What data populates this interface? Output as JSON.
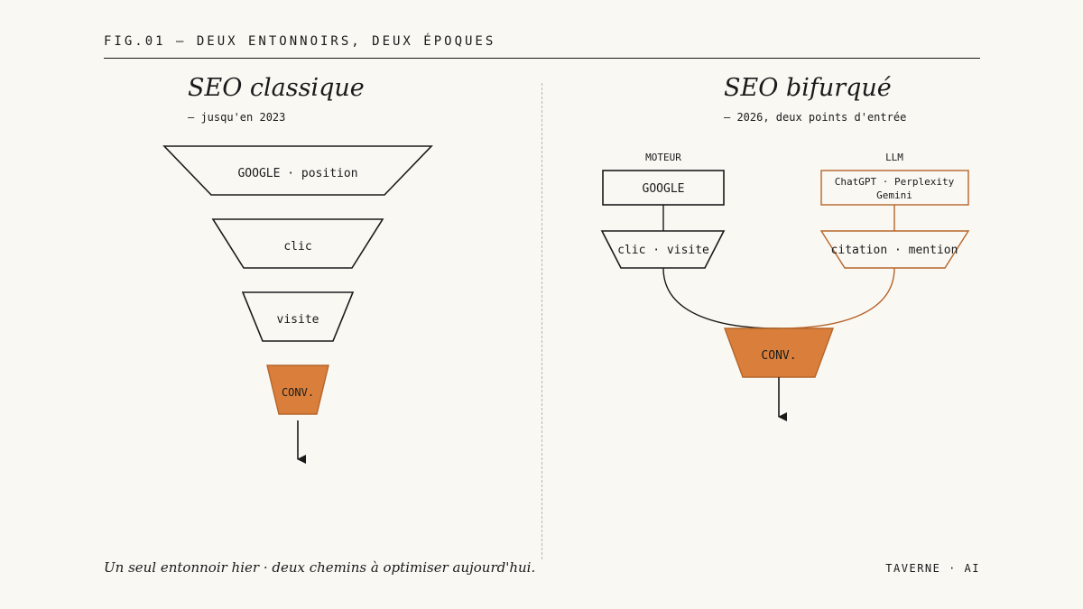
{
  "header": {
    "fig_label": "FIG.01 — DEUX ENTONNOIRS, DEUX ÉPOQUES"
  },
  "left": {
    "title": "SEO classique",
    "subtitle": "— jusqu'en 2023",
    "stages": [
      "GOOGLE · position",
      "clic",
      "visite",
      "CONV."
    ]
  },
  "right": {
    "title": "SEO bifurqué",
    "subtitle": "— 2026, deux points d'entrée",
    "col_moteur": "MOTEUR",
    "col_llm": "LLM",
    "google_box": "GOOGLE",
    "llm_box_line1": "ChatGPT · Perplexity",
    "llm_box_line2": "Gemini",
    "clic_visite": "clic · visite",
    "citation": "citation · mention",
    "conv": "CONV."
  },
  "footer": {
    "note": "Un seul entonnoir hier · deux chemins à optimiser aujourd'hui.",
    "brand": "TAVERNE · AI"
  },
  "colors": {
    "ink": "#1a1a1a",
    "accent": "#d97f3b",
    "accent_stroke": "#b5652a",
    "paper": "#faf8f3",
    "divider": "#b9b5ad"
  }
}
